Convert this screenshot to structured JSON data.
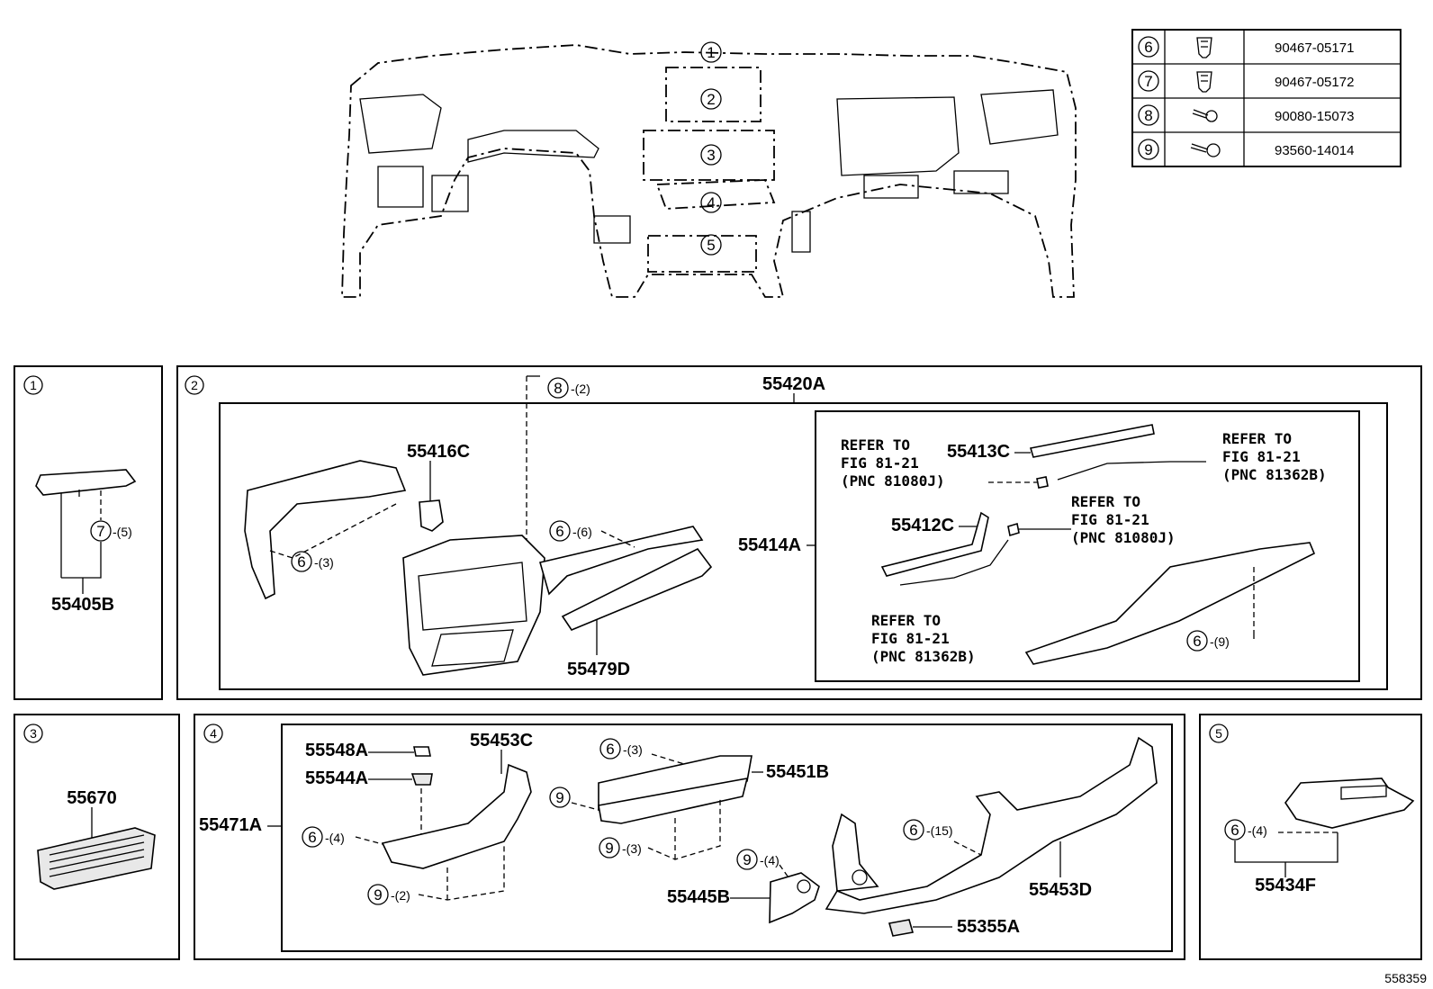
{
  "figure_number": "558359",
  "fastener_table": [
    {
      "ref": "6",
      "part_no": "90467-05171",
      "icon": "clip-icon"
    },
    {
      "ref": "7",
      "part_no": "90467-05172",
      "icon": "clip-icon"
    },
    {
      "ref": "8",
      "part_no": "90080-15073",
      "icon": "screw-icon"
    },
    {
      "ref": "9",
      "part_no": "93560-14014",
      "icon": "screw-icon"
    }
  ],
  "overview": {
    "callouts": [
      "1",
      "2",
      "3",
      "4",
      "5"
    ]
  },
  "panel1": {
    "callout": "1",
    "parts": {
      "p55405B": "55405B"
    },
    "fasteners": {
      "f7": {
        "ref": "7",
        "qty": "-(5)"
      }
    }
  },
  "panel2": {
    "callout": "2",
    "parts": {
      "p55420A": "55420A",
      "p55416C": "55416C",
      "p55479D": "55479D",
      "p55414A": "55414A",
      "p55413C": "55413C",
      "p55412C": "55412C"
    },
    "fasteners": {
      "f8": {
        "ref": "8",
        "qty": "-(2)"
      },
      "f6a": {
        "ref": "6",
        "qty": "-(3)"
      },
      "f6b": {
        "ref": "6",
        "qty": "-(6)"
      },
      "f6c": {
        "ref": "6",
        "qty": "-(9)"
      }
    },
    "refers": [
      [
        "REFER TO",
        "FIG 81-21",
        "(PNC 81080J)"
      ],
      [
        "REFER TO",
        "FIG 81-21",
        "(PNC 81362B)"
      ],
      [
        "REFER TO",
        "FIG 81-21",
        "(PNC 81080J)"
      ],
      [
        "REFER TO",
        "FIG 81-21",
        "(PNC 81362B)"
      ]
    ]
  },
  "panel3": {
    "callout": "3",
    "parts": {
      "p55670": "55670"
    }
  },
  "panel4": {
    "callout": "4",
    "parts": {
      "p55548A": "55548A",
      "p55544A": "55544A",
      "p55453C": "55453C",
      "p55451B": "55451B",
      "p55471A": "55471A",
      "p55445B": "55445B",
      "p55453D": "55453D",
      "p55355A": "55355A"
    },
    "fasteners": {
      "f6a": {
        "ref": "6",
        "qty": "-(4)"
      },
      "f9a": {
        "ref": "9",
        "qty": "-(2)"
      },
      "f6b": {
        "ref": "6",
        "qty": "-(3)"
      },
      "f9b": {
        "ref": "9",
        "qty": ""
      },
      "f9c": {
        "ref": "9",
        "qty": "-(3)"
      },
      "f9d": {
        "ref": "9",
        "qty": "-(4)"
      },
      "f6c": {
        "ref": "6",
        "qty": "-(15)"
      }
    }
  },
  "panel5": {
    "callout": "5",
    "parts": {
      "p55434F": "55434F"
    },
    "fasteners": {
      "f6": {
        "ref": "6",
        "qty": "-(4)"
      }
    }
  }
}
